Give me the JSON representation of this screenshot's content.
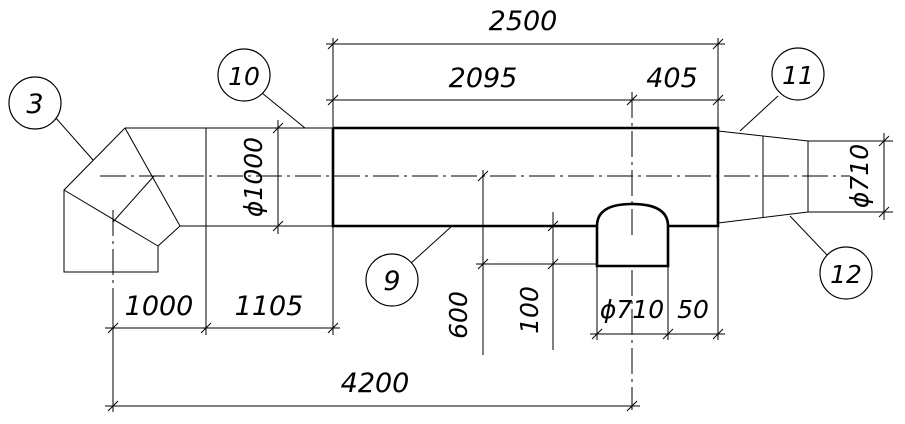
{
  "dimensions": {
    "d2500": "2500",
    "d2095": "2095",
    "d405": "405",
    "d1000_diam": "ϕ1000",
    "d710_right": "ϕ710",
    "d710_branch": "ϕ710",
    "d50": "50",
    "d600": "600",
    "d100": "100",
    "d1000": "1000",
    "d1105": "1105",
    "d4200": "4200"
  },
  "callouts": {
    "c3": "3",
    "c9": "9",
    "c10": "10",
    "c11": "11",
    "c12": "12"
  }
}
